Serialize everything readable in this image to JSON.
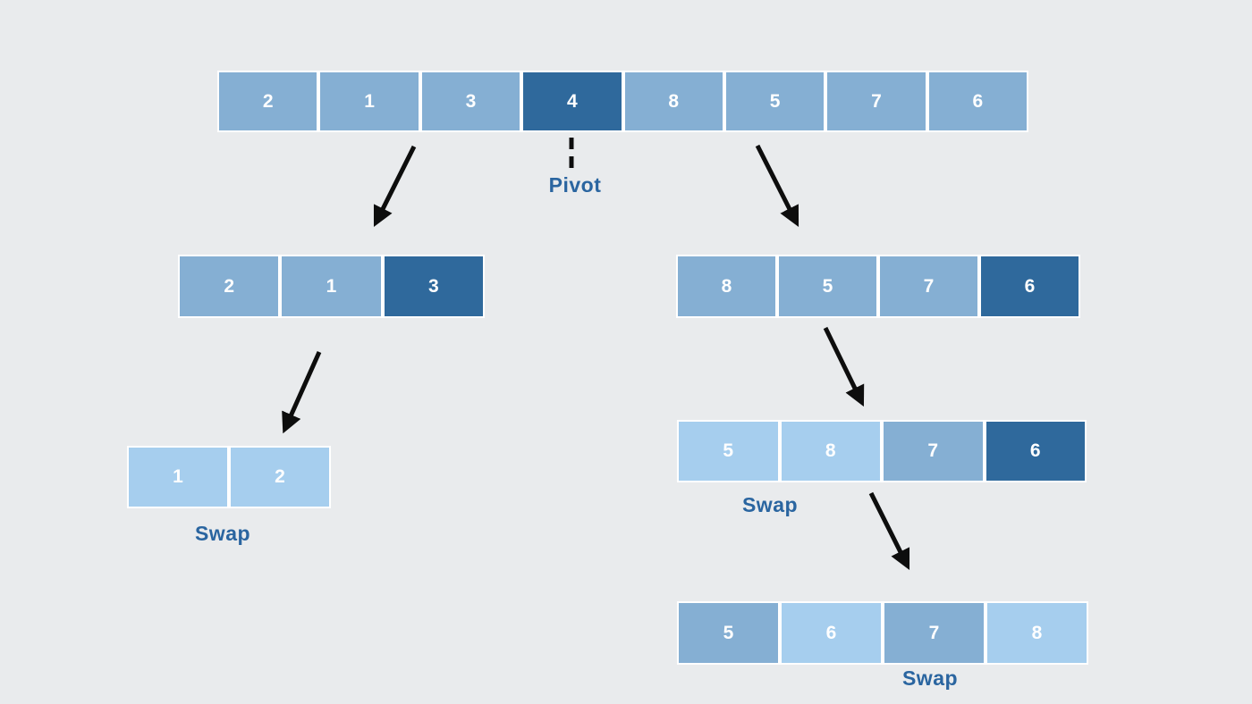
{
  "colors": {
    "background": "#e9ebed",
    "cell_light": "#a6ceee",
    "cell_medium": "#85afd3",
    "cell_dark": "#2f699c",
    "cell_border": "#ffffff",
    "cell_text": "#ffffff",
    "label_text": "#2a65a0",
    "arrow": "#0d0d0d"
  },
  "labels": {
    "pivot": "Pivot",
    "swap_left": "Swap",
    "swap_mid": "Swap",
    "swap_bottom": "Swap"
  },
  "arrays": {
    "initial": {
      "cells": [
        {
          "value": "2",
          "tone": "medium"
        },
        {
          "value": "1",
          "tone": "medium"
        },
        {
          "value": "3",
          "tone": "medium"
        },
        {
          "value": "4",
          "tone": "dark"
        },
        {
          "value": "8",
          "tone": "medium"
        },
        {
          "value": "5",
          "tone": "medium"
        },
        {
          "value": "7",
          "tone": "medium"
        },
        {
          "value": "6",
          "tone": "medium"
        }
      ]
    },
    "left_partition": {
      "cells": [
        {
          "value": "2",
          "tone": "medium"
        },
        {
          "value": "1",
          "tone": "medium"
        },
        {
          "value": "3",
          "tone": "dark"
        }
      ]
    },
    "right_partition": {
      "cells": [
        {
          "value": "8",
          "tone": "medium"
        },
        {
          "value": "5",
          "tone": "medium"
        },
        {
          "value": "7",
          "tone": "medium"
        },
        {
          "value": "6",
          "tone": "dark"
        }
      ]
    },
    "left_sorted": {
      "cells": [
        {
          "value": "1",
          "tone": "light"
        },
        {
          "value": "2",
          "tone": "light"
        }
      ]
    },
    "right_swap1": {
      "cells": [
        {
          "value": "5",
          "tone": "light"
        },
        {
          "value": "8",
          "tone": "light"
        },
        {
          "value": "7",
          "tone": "medium"
        },
        {
          "value": "6",
          "tone": "dark"
        }
      ]
    },
    "right_sorted": {
      "cells": [
        {
          "value": "5",
          "tone": "medium"
        },
        {
          "value": "6",
          "tone": "light"
        },
        {
          "value": "7",
          "tone": "medium"
        },
        {
          "value": "8",
          "tone": "light"
        }
      ]
    }
  }
}
